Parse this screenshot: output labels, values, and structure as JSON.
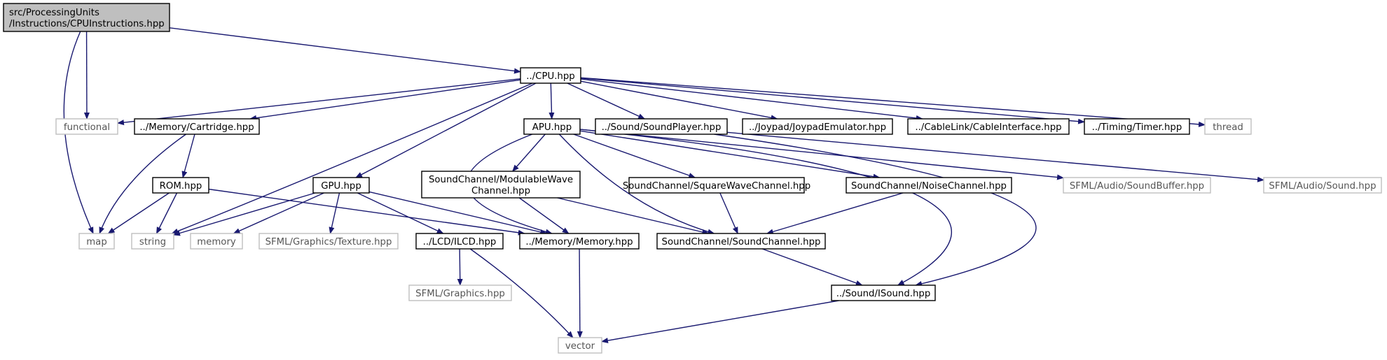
{
  "colors": {
    "edge": "#191970",
    "root_fill": "#bfbfbf",
    "local_border": "#000000",
    "external_border": "#bfbfbf"
  },
  "nodes": [
    {
      "id": "root",
      "kind": "root",
      "lines": [
        "src/ProcessingUnits",
        "/Instructions/CPUInstructions.hpp"
      ]
    },
    {
      "id": "cpu",
      "kind": "local",
      "lines": [
        "../CPU.hpp"
      ]
    },
    {
      "id": "functional",
      "kind": "external",
      "lines": [
        "functional"
      ]
    },
    {
      "id": "cartridge",
      "kind": "local",
      "lines": [
        "../Memory/Cartridge.hpp"
      ]
    },
    {
      "id": "apu",
      "kind": "local",
      "lines": [
        "APU.hpp"
      ]
    },
    {
      "id": "soundplayer",
      "kind": "local",
      "lines": [
        "../Sound/SoundPlayer.hpp"
      ]
    },
    {
      "id": "joypad",
      "kind": "local",
      "lines": [
        "../Joypad/JoypadEmulator.hpp"
      ]
    },
    {
      "id": "cable",
      "kind": "local",
      "lines": [
        "../CableLink/CableInterface.hpp"
      ]
    },
    {
      "id": "timer",
      "kind": "local",
      "lines": [
        "../Timing/Timer.hpp"
      ]
    },
    {
      "id": "thread",
      "kind": "external",
      "lines": [
        "thread"
      ]
    },
    {
      "id": "rom",
      "kind": "local",
      "lines": [
        "ROM.hpp"
      ]
    },
    {
      "id": "gpu",
      "kind": "local",
      "lines": [
        "GPU.hpp"
      ]
    },
    {
      "id": "modwave",
      "kind": "local",
      "lines": [
        "SoundChannel/ModulableWave",
        "Channel.hpp"
      ]
    },
    {
      "id": "square",
      "kind": "local",
      "lines": [
        "SoundChannel/SquareWaveChannel.hpp"
      ]
    },
    {
      "id": "noise",
      "kind": "local",
      "lines": [
        "SoundChannel/NoiseChannel.hpp"
      ]
    },
    {
      "id": "soundbuffer",
      "kind": "external",
      "lines": [
        "SFML/Audio/SoundBuffer.hpp"
      ]
    },
    {
      "id": "sfsound",
      "kind": "external",
      "lines": [
        "SFML/Audio/Sound.hpp"
      ]
    },
    {
      "id": "map",
      "kind": "external",
      "lines": [
        "map"
      ]
    },
    {
      "id": "string",
      "kind": "external",
      "lines": [
        "string"
      ]
    },
    {
      "id": "memory",
      "kind": "external",
      "lines": [
        "memory"
      ]
    },
    {
      "id": "texture",
      "kind": "external",
      "lines": [
        "SFML/Graphics/Texture.hpp"
      ]
    },
    {
      "id": "ilcd",
      "kind": "local",
      "lines": [
        "../LCD/ILCD.hpp"
      ]
    },
    {
      "id": "memoryhpp",
      "kind": "local",
      "lines": [
        "../Memory/Memory.hpp"
      ]
    },
    {
      "id": "soundchannel",
      "kind": "local",
      "lines": [
        "SoundChannel/SoundChannel.hpp"
      ]
    },
    {
      "id": "graphics",
      "kind": "external",
      "lines": [
        "SFML/Graphics.hpp"
      ]
    },
    {
      "id": "isound",
      "kind": "local",
      "lines": [
        "../Sound/ISound.hpp"
      ]
    },
    {
      "id": "vector",
      "kind": "external",
      "lines": [
        "vector"
      ]
    }
  ],
  "edges": [
    [
      "root",
      "cpu"
    ],
    [
      "root",
      "functional"
    ],
    [
      "root",
      "map"
    ],
    [
      "cpu",
      "functional"
    ],
    [
      "cpu",
      "cartridge"
    ],
    [
      "cpu",
      "string"
    ],
    [
      "cpu",
      "gpu"
    ],
    [
      "cpu",
      "apu"
    ],
    [
      "cpu",
      "soundplayer"
    ],
    [
      "cpu",
      "joypad"
    ],
    [
      "cpu",
      "cable"
    ],
    [
      "cpu",
      "timer"
    ],
    [
      "cpu",
      "thread"
    ],
    [
      "cartridge",
      "map"
    ],
    [
      "cartridge",
      "rom"
    ],
    [
      "rom",
      "map"
    ],
    [
      "rom",
      "string"
    ],
    [
      "rom",
      "memoryhpp"
    ],
    [
      "gpu",
      "string"
    ],
    [
      "gpu",
      "memory"
    ],
    [
      "gpu",
      "texture"
    ],
    [
      "gpu",
      "ilcd"
    ],
    [
      "gpu",
      "memoryhpp"
    ],
    [
      "apu",
      "memoryhpp"
    ],
    [
      "apu",
      "modwave"
    ],
    [
      "apu",
      "soundchannel"
    ],
    [
      "apu",
      "square"
    ],
    [
      "apu",
      "noise"
    ],
    [
      "apu",
      "isound"
    ],
    [
      "apu",
      "soundbuffer"
    ],
    [
      "soundplayer",
      "sfsound"
    ],
    [
      "soundplayer",
      "isound"
    ],
    [
      "modwave",
      "memoryhpp"
    ],
    [
      "modwave",
      "soundchannel"
    ],
    [
      "square",
      "soundchannel"
    ],
    [
      "noise",
      "soundchannel"
    ],
    [
      "soundchannel",
      "isound"
    ],
    [
      "ilcd",
      "graphics"
    ],
    [
      "ilcd",
      "vector"
    ],
    [
      "memoryhpp",
      "vector"
    ],
    [
      "isound",
      "vector"
    ]
  ]
}
